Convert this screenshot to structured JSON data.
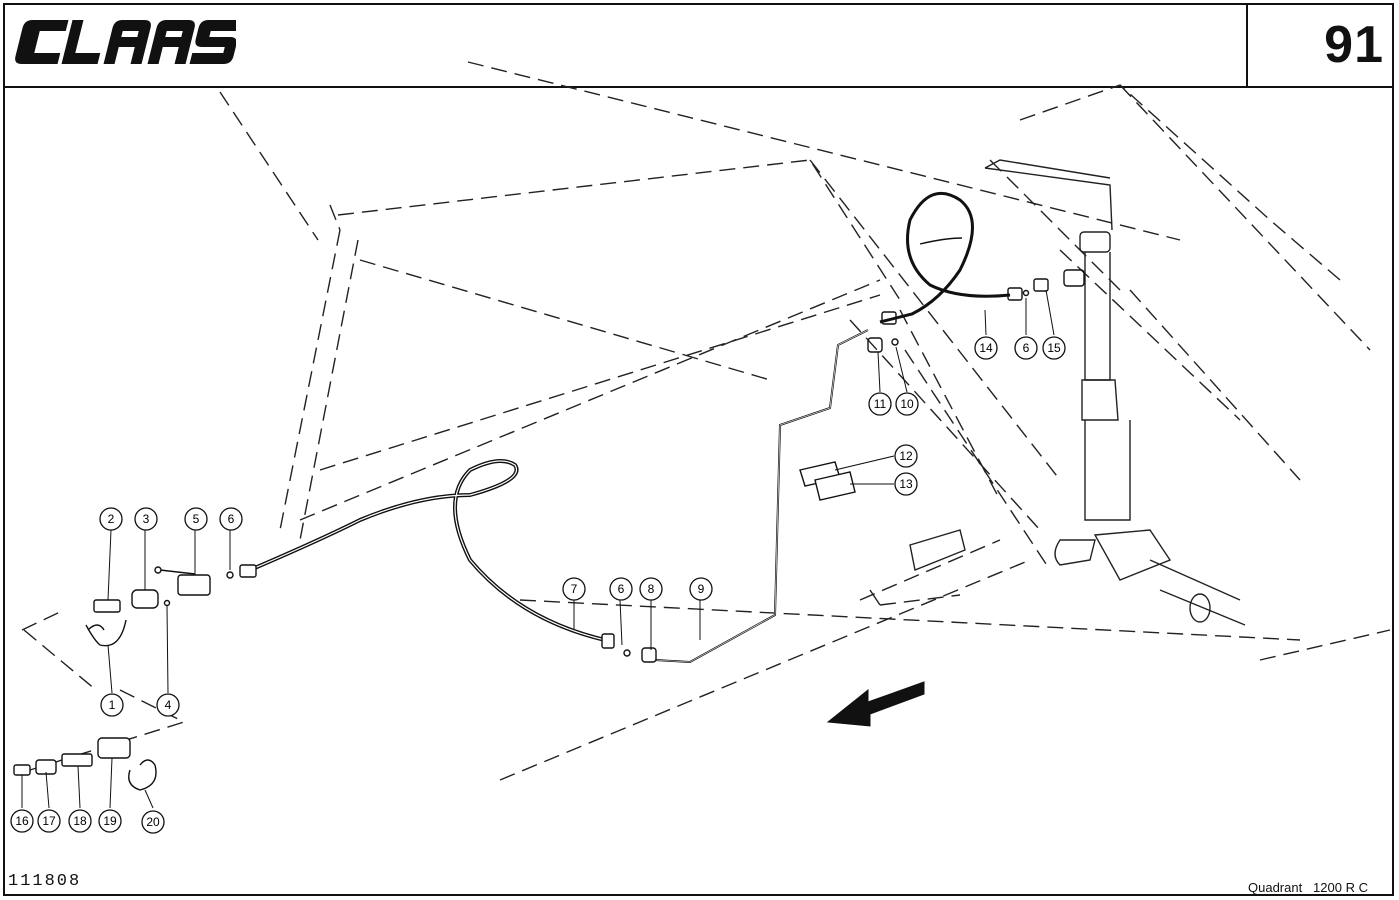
{
  "header": {
    "brand": "CLAAS",
    "page_number": "91"
  },
  "footer": {
    "drawing_id": "111808",
    "model": "Quadrant   1200 R C"
  },
  "callouts": [
    "1",
    "2",
    "3",
    "4",
    "5",
    "6",
    "6",
    "6",
    "7",
    "8",
    "9",
    "10",
    "11",
    "12",
    "13",
    "14",
    "15",
    "16",
    "17",
    "18",
    "19",
    "20"
  ]
}
